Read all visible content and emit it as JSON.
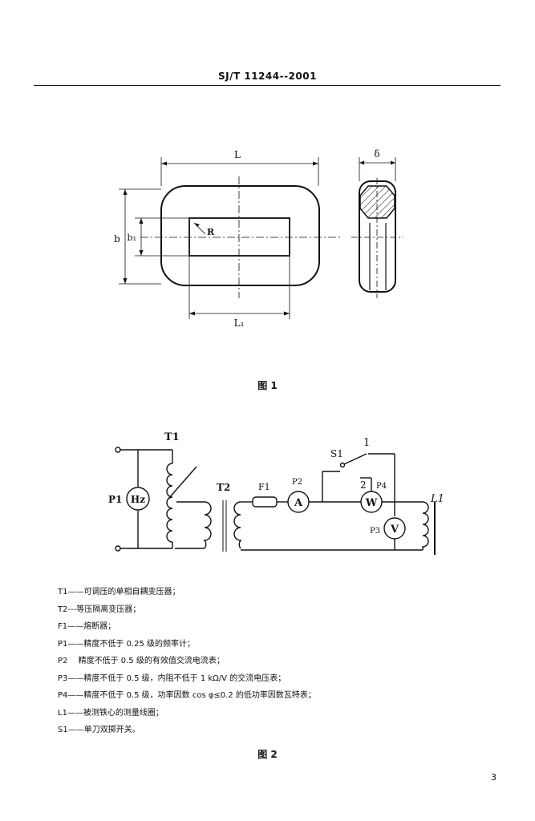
{
  "header": {
    "standard_no": "SJ/T 11244--2001"
  },
  "figure1": {
    "caption": "图 1",
    "labels": {
      "L": "L",
      "L1": "L₁",
      "b": "b",
      "b1": "b₁",
      "R": "R",
      "delta": "δ"
    }
  },
  "figure2": {
    "caption": "图 2",
    "labels": {
      "T1": "T1",
      "T2": "T2",
      "F1": "F1",
      "P1": "P1",
      "P2": "P2",
      "P3": "P3",
      "P4": "P4",
      "S1": "S1",
      "pos1": "1",
      "pos2": "2",
      "L1": "L1",
      "meter_hz": "Hz",
      "meter_a": "A",
      "meter_w": "W",
      "meter_v": "V"
    }
  },
  "legend": [
    {
      "key": "T1",
      "text": "T1——可调压的单相自耦变压器；"
    },
    {
      "key": "T2",
      "text": "T2---等压隔离变压器；"
    },
    {
      "key": "F1",
      "text": "F1——熔断器；"
    },
    {
      "key": "P1",
      "text": "P1——精度不低于 0.25 级的频率计；"
    },
    {
      "key": "P2",
      "text": "P2　 精度不低于 0.5 级的有效值交流电流表；"
    },
    {
      "key": "P3",
      "text": "P3——精度不低于 0.5 级，内阻不低于 1 kΩ/V 的交流电压表；"
    },
    {
      "key": "P4",
      "text": "P4——精度不低于 0.5 级，功率因数 cos φ≤0.2 的低功率因数瓦特表；"
    },
    {
      "key": "L1",
      "text": "L1——被测铁心的测量线圈；"
    },
    {
      "key": "S1",
      "text": "S1——单刀双掷开关。"
    }
  ],
  "page_number": "3"
}
